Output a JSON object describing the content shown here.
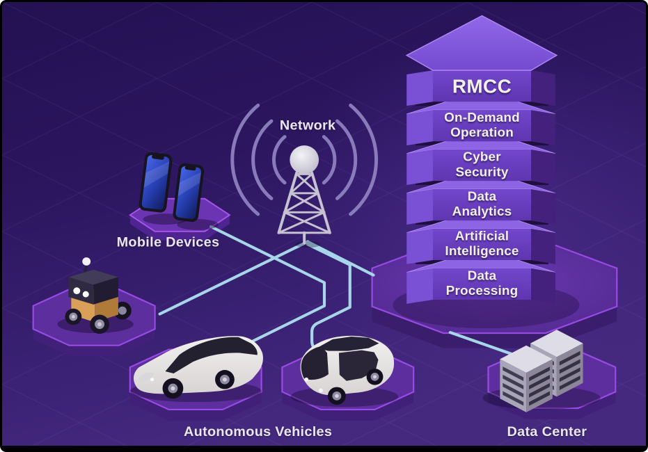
{
  "colors": {
    "background_top": "#231152",
    "background_bottom": "#45297f",
    "platform_purple": "#5c2e9e",
    "platform_rim": "#9a4ae4",
    "tower_face": "#6a3fc4",
    "tower_bevel": "#8d64e4",
    "connection_line": "#a8d6e9",
    "label_text": "#eae6f2",
    "phone_screen_blue": "#3a55d8"
  },
  "tower": {
    "top_label": "RMCC",
    "layers": [
      {
        "line1": "On-Demand",
        "line2": "Operation"
      },
      {
        "line1": "Cyber",
        "line2": "Security"
      },
      {
        "line1": "Data",
        "line2": "Analytics"
      },
      {
        "line1": "Artificial",
        "line2": "Intelligence"
      },
      {
        "line1": "Data",
        "line2": "Processing"
      }
    ]
  },
  "labels": {
    "network": "Network",
    "mobile_devices": "Mobile Devices",
    "autonomous_vehicles": "Autonomous Vehicles",
    "data_center": "Data Center"
  }
}
